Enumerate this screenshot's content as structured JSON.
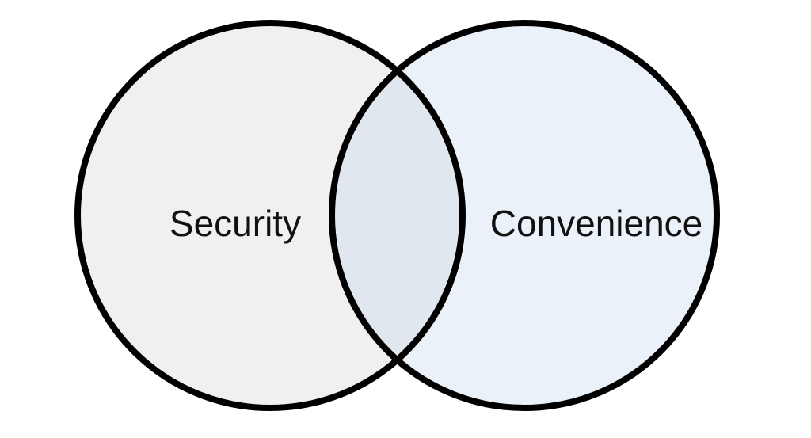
{
  "diagram": {
    "type": "venn",
    "sets": [
      {
        "id": "left",
        "label": "Security",
        "fill": "#f0f0f0"
      },
      {
        "id": "right",
        "label": "Convenience",
        "fill": "#eaf1f9"
      }
    ],
    "overlap_fill": "#e0e7ef",
    "stroke_color": "#000000",
    "background": "#ffffff"
  }
}
